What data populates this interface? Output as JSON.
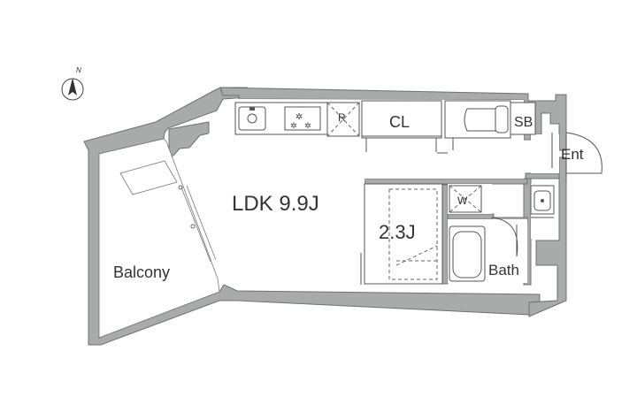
{
  "compass": {
    "label": "N"
  },
  "rooms": {
    "ldk": "LDK 9.9J",
    "western": "2.3J",
    "balcony": "Balcony",
    "closet": "CL",
    "shoe_box": "SB",
    "entrance": "Ent",
    "bath": "Bath",
    "refrigerator": "R",
    "washer": "W"
  },
  "colors": {
    "wall": "#a9aaaa",
    "wall_edge": "#6f7070",
    "text": "#333333"
  }
}
